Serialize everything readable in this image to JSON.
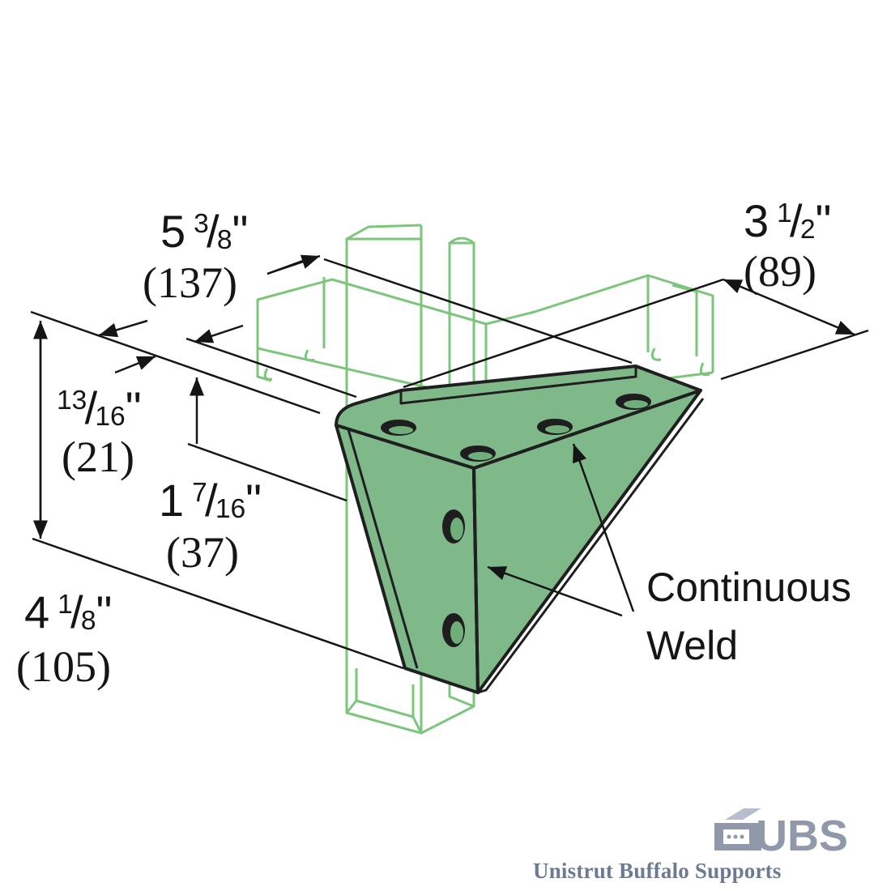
{
  "dimensions": {
    "width_top": {
      "whole": "5",
      "num": "3",
      "den": "8",
      "mark": "\"",
      "metric": "(137)"
    },
    "depth_right": {
      "whole": "3",
      "num": "1",
      "den": "2",
      "mark": "\"",
      "metric": "(89)"
    },
    "offset_small": {
      "num": "13",
      "den": "16",
      "mark": "\"",
      "metric": "(21)"
    },
    "offset_mid": {
      "whole": "1",
      "num": "7",
      "den": "16",
      "mark": "\"",
      "metric": "(37)"
    },
    "height_total": {
      "whole": "4",
      "num": "1",
      "den": "8",
      "mark": "\"",
      "metric": "(105)"
    }
  },
  "callout": {
    "line1": "Continuous",
    "line2": "Weld"
  },
  "branding": {
    "logo_letters": "UBS",
    "tagline": "Unistrut Buffalo Supports"
  },
  "colors": {
    "channel_outline": "#7dc57d",
    "fitting_fill": "#7fb98a",
    "fitting_outline": "#1f1f1f",
    "text": "#151515",
    "logo": "#6c7b92"
  },
  "icons": [
    "unistrut-channel-icon",
    "ubs-logo-icon"
  ]
}
